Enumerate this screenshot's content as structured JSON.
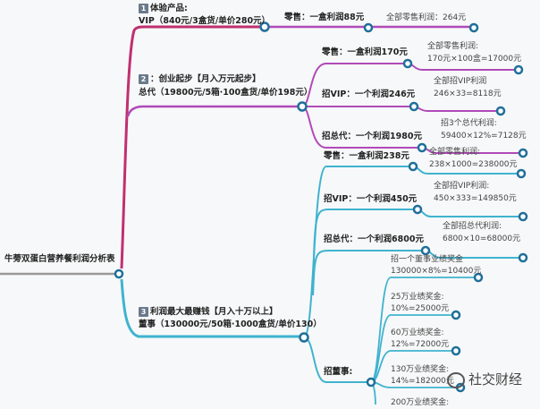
{
  "root": {
    "label": "牛蒡双蛋白营养餐利润分析表"
  },
  "colors": {
    "branch1": "#c0306f",
    "branch2": "#b04ab8",
    "branch3": "#3fb3cf",
    "node": "#1f6f99"
  },
  "branch1": {
    "num": "1",
    "title": "体验产品:",
    "subtitle": "VIP（840元/3盒货/单价280元）",
    "child": {
      "label": "零售：一盒利润88元",
      "result": "全部零售利润：264元"
    }
  },
  "branch2": {
    "num": "2",
    "title": "：创业起步【月入万元起步】",
    "subtitle": "总代（19800元/5箱·100盒货/单价198元）",
    "children": [
      {
        "label": "零售：一盒利润170元",
        "result1": "全部零售利润:",
        "result2": "170元×100盒=17000元"
      },
      {
        "label": "招VIP：一个利润246元",
        "result1": "全部招VIP利润",
        "result2": "246×33=8118元"
      },
      {
        "label": "招总代：一个利润1980元",
        "result1": "招3个总代利润:",
        "result2": "59400×12%=7128元"
      }
    ]
  },
  "branch3": {
    "num": "3",
    "title": "利润最大最赚钱【月入十万以上】",
    "subtitle": "董事（130000元/50箱·1000盒货/单价130）",
    "children": [
      {
        "label": "零售：一盒利润238元",
        "result1": "全部零售利润:",
        "result2": "238×1000=238000元"
      },
      {
        "label": "招VIP：一个利润450元",
        "result1": "全部招VIP利润:",
        "result2": "450×333=149850元"
      },
      {
        "label": "招总代：一个利润6800元",
        "result1": "全部招总代利润:",
        "result2": "6800×10=68000元"
      }
    ],
    "director": {
      "label": "招董事:",
      "bonuses": [
        {
          "line1": "招一个董事业绩奖金",
          "line2": "130000×8%=10400元"
        },
        {
          "line1": "25万业绩奖金:",
          "line2": "10%=25000元"
        },
        {
          "line1": "60万业绩奖金:",
          "line2": "12%=72000元"
        },
        {
          "line1": "130万业绩奖金:",
          "line2": "14%=182000元"
        },
        {
          "line1": "200万业绩奖金:"
        }
      ]
    }
  },
  "watermark": {
    "label": "社交财经"
  }
}
